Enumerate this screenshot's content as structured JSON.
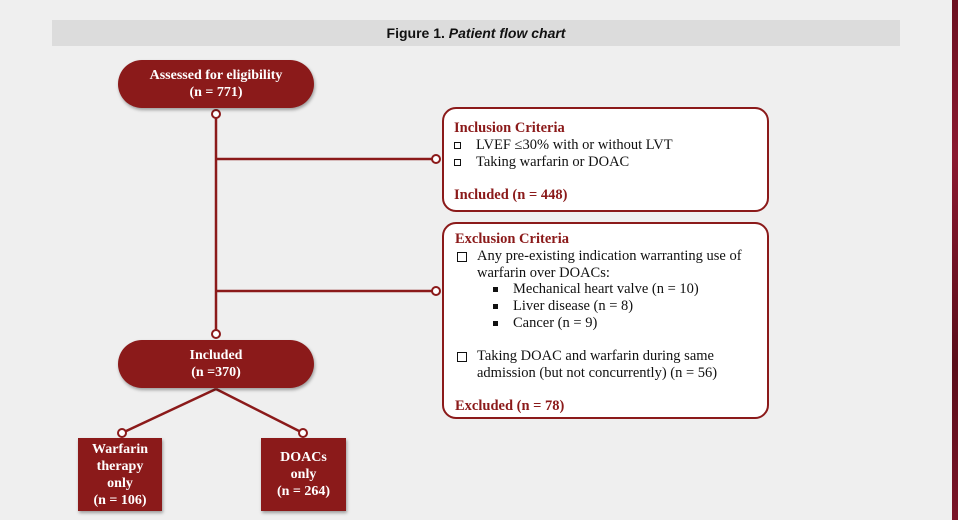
{
  "figure": {
    "label": "Figure 1.",
    "caption": "Patient flow chart"
  },
  "assessed": {
    "line1": "Assessed for eligibility",
    "line2": "(n = 771)"
  },
  "inclusion": {
    "heading": "Inclusion Criteria",
    "items": [
      "LVEF ≤30% with or without LVT",
      "Taking warfarin or DOAC"
    ],
    "result": "Included (n = 448)"
  },
  "exclusion": {
    "heading": "Exclusion Criteria",
    "item1_line1": "Any pre-existing indication warranting use of",
    "item1_line2": "warfarin over DOACs:",
    "subitems": [
      "Mechanical heart valve (n = 10)",
      "Liver disease (n = 8)",
      "Cancer (n = 9)"
    ],
    "item2_line1": "Taking DOAC and warfarin during same",
    "item2_line2": "admission (but not concurrently) (n = 56)",
    "result": "Excluded (n = 78)"
  },
  "included": {
    "line1": "Included",
    "line2": "(n =370)"
  },
  "warfarin": {
    "line1": "Warfarin",
    "line2": "therapy",
    "line3": "only",
    "line4": "(n = 106)"
  },
  "doacs": {
    "line1": "DOACs",
    "line2": "only",
    "line3": "(n = 264)"
  },
  "colors": {
    "accent": "#8b1a1a",
    "background": "#efefef",
    "title_bar": "#dcdcdc"
  }
}
